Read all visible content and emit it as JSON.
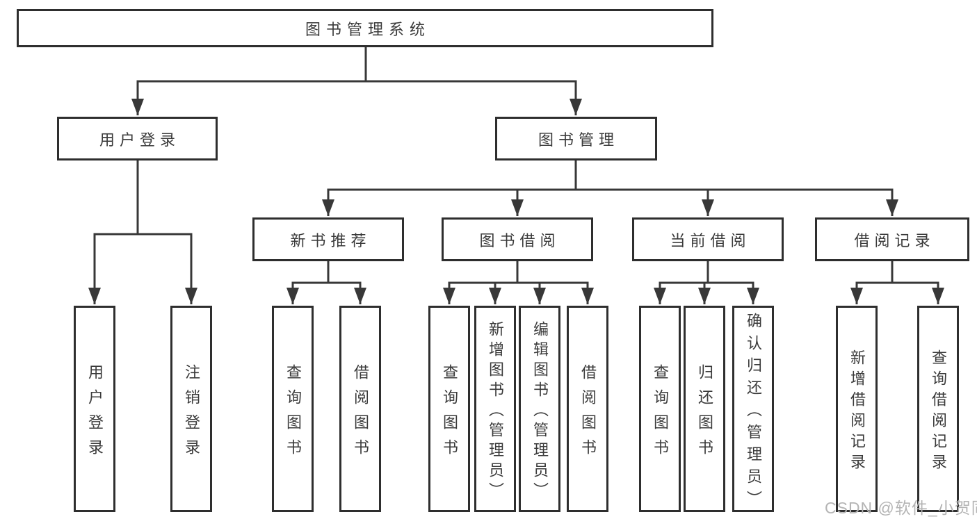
{
  "diagram": {
    "type": "org-tree",
    "root": {
      "label": "图书管理系统"
    },
    "branches": [
      {
        "label": "用户登录",
        "children": [
          {
            "label": "用户登录"
          },
          {
            "label": "注销登录"
          }
        ]
      },
      {
        "label": "图书管理",
        "children": [
          {
            "label": "新书推荐",
            "children": [
              {
                "label": "查询图书"
              },
              {
                "label": "借阅图书"
              }
            ]
          },
          {
            "label": "图书借阅",
            "children": [
              {
                "label": "查询图书"
              },
              {
                "label": "新增图书（管理员）"
              },
              {
                "label": "编辑图书（管理员）"
              },
              {
                "label": "借阅图书"
              }
            ]
          },
          {
            "label": "当前借阅",
            "children": [
              {
                "label": "查询图书"
              },
              {
                "label": "归还图书"
              },
              {
                "label": "确认归还（管理员）"
              }
            ]
          },
          {
            "label": "借阅记录",
            "children": [
              {
                "label": "新增借阅记录"
              },
              {
                "label": "查询借阅记录"
              }
            ]
          }
        ]
      }
    ]
  },
  "watermark": {
    "text": "CSDN @软件_小贺同学"
  },
  "colors": {
    "border": "#2e2e2e",
    "line": "#383838",
    "text": "#3a3a3a",
    "background": "#ffffff",
    "watermark": "#b4b4b4"
  }
}
